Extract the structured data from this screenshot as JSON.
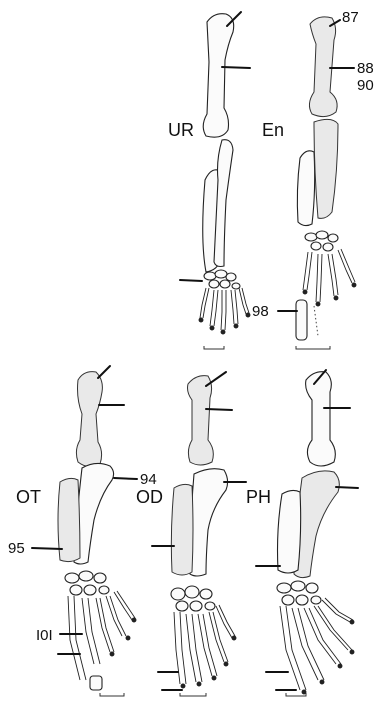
{
  "taxa": {
    "ur": "UR",
    "en": "En",
    "ot": "OT",
    "od": "OD",
    "ph": "PH"
  },
  "figure_numbers": {
    "n87": "87",
    "n88": "88",
    "n90": "90",
    "n98": "98",
    "n94": "94",
    "n95": "95",
    "n101": "I0I"
  }
}
